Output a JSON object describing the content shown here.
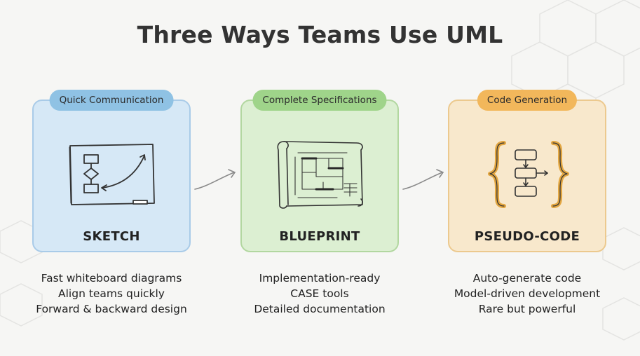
{
  "title": "Three Ways Teams Use UML",
  "cards": [
    {
      "tag": "Quick Communication",
      "label": "SKETCH",
      "icon": "whiteboard-sketch-icon",
      "bullets": [
        "Fast whiteboard diagrams",
        "Align teams quickly",
        "Forward & backward design"
      ]
    },
    {
      "tag": "Complete Specifications",
      "label": "BLUEPRINT",
      "icon": "blueprint-scroll-icon",
      "bullets": [
        "Implementation-ready",
        "CASE tools",
        "Detailed documentation"
      ]
    },
    {
      "tag": "Code Generation",
      "label": "PSEUDO-CODE",
      "icon": "code-braces-flowchart-icon",
      "bullets": [
        "Auto-generate code",
        "Model-driven development",
        "Rare but powerful"
      ]
    }
  ],
  "colors": {
    "sketch_bg": "#d6e8f6",
    "sketch_tag": "#8fc2e4",
    "blueprint_bg": "#dcefd2",
    "blueprint_tag": "#9fd48a",
    "pseudocode_bg": "#f8e8cc",
    "pseudocode_tag": "#f2b75b"
  }
}
